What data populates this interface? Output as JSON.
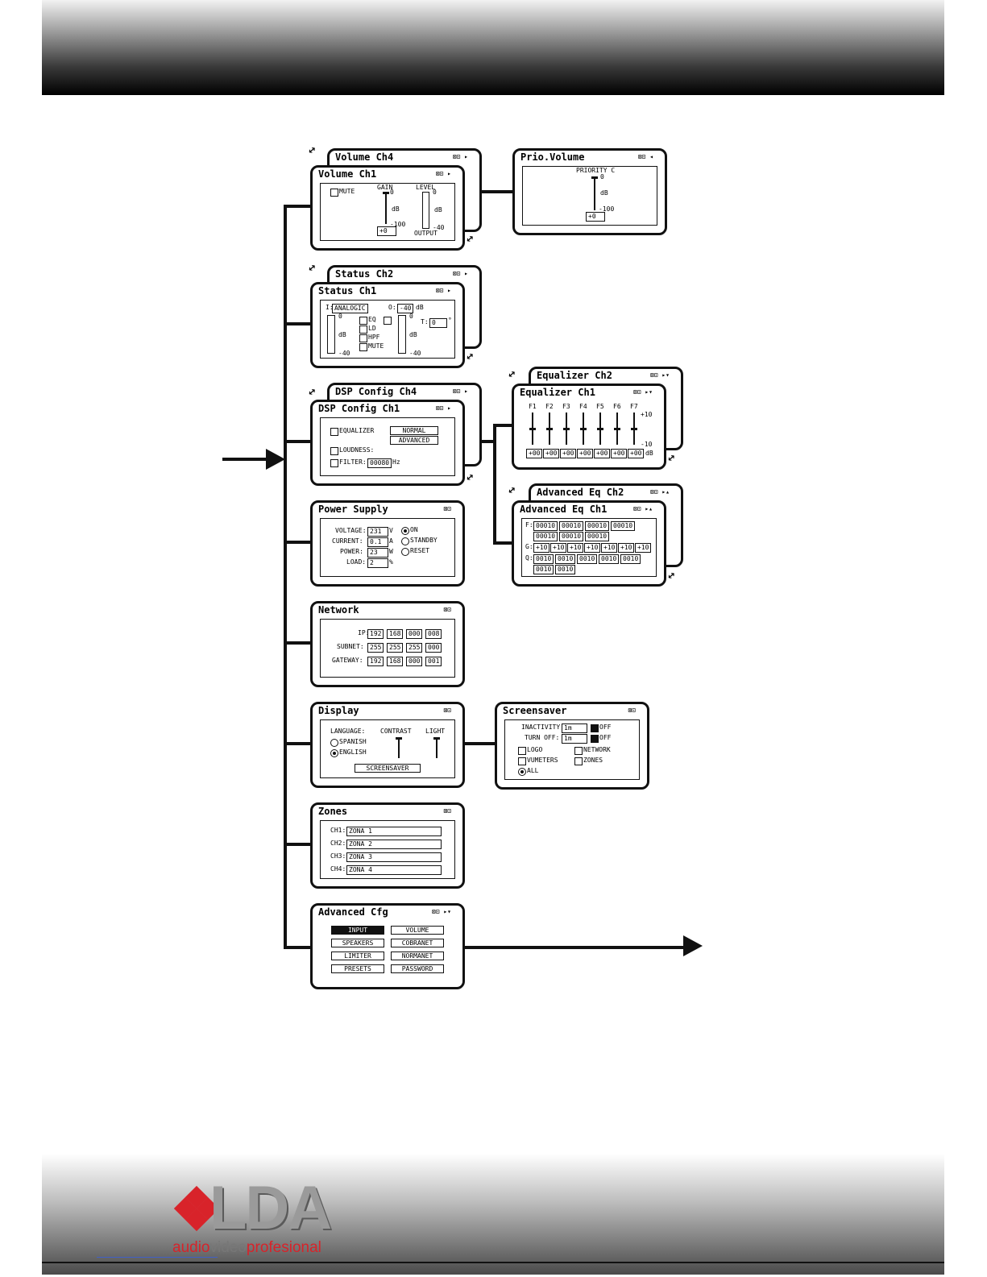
{
  "volume": {
    "back_title": "Volume Ch4",
    "title": "Volume Ch1",
    "icons": "⊠⊡ ▸",
    "mute": "MUTE",
    "gain": "GAIN",
    "level": "LEVEL",
    "zero": "0",
    "db": "dB",
    "m100": "-100",
    "m40": "-40",
    "gain_val": "+0",
    "output": "OUTPUT"
  },
  "prio": {
    "title": "Prio.Volume",
    "icons": "⊠⊡ ◂",
    "priority": "PRIORITY C",
    "zero": "0",
    "db": "dB",
    "m100": "-100",
    "val": "+0"
  },
  "status": {
    "back_title": "Status Ch2",
    "title": "Status Ch1",
    "icons": "⊠⊡ ▸",
    "i_label": "I:",
    "i_val": "ANALOGIC",
    "o_label": "O:",
    "o_val": "-40",
    "db": "dB",
    "t_label": "T:",
    "t_val": "0",
    "deg": "°",
    "zero": "0",
    "m40": "-40",
    "eq": "EQ",
    "ld": "LD",
    "hpf": "HPF",
    "mute": "MUTE"
  },
  "dsp": {
    "back_title": "DSP Config Ch4",
    "title": "DSP Config Ch1",
    "icons": "⊠⊡ ▸",
    "equalizer": "EQUALIZER",
    "normal": "NORMAL",
    "advanced": "ADVANCED",
    "loudness": "LOUDNESS:",
    "filter": "FILTER:",
    "filter_val": "00080",
    "hz": "Hz"
  },
  "eq": {
    "back_title": "Equalizer Ch2",
    "title": "Equalizer Ch1",
    "icons": "⊠⊡ ▸▾",
    "bands": [
      "F1",
      "F2",
      "F3",
      "F4",
      "F5",
      "F6",
      "F7"
    ],
    "plus10": "+10",
    "minus10": "-10",
    "db": "dB",
    "values": [
      "+00",
      "+00",
      "+00",
      "+00",
      "+00",
      "+00",
      "+00"
    ]
  },
  "adv_eq": {
    "back_title": "Advanced Eq Ch2",
    "title": "Advanced Eq Ch1",
    "icons": "⊠⊡ ▸▴",
    "f_label": "F:",
    "g_label": "G:",
    "q_label": "Q:",
    "f_vals": [
      "00010",
      "00010",
      "00010",
      "00010",
      "00010",
      "00010",
      "00010"
    ],
    "g_vals": [
      "+10",
      "+10",
      "+10",
      "+10",
      "+10",
      "+10",
      "+10"
    ],
    "q_vals": [
      "0010",
      "0010",
      "0010",
      "0010",
      "0010",
      "0010",
      "0010"
    ]
  },
  "power": {
    "title": "Power Supply",
    "icons": "⊠⊡",
    "voltage": "VOLTAGE:",
    "voltage_val": "231",
    "v": "V",
    "current": "CURRENT:",
    "current_val": "0.1",
    "a": "A",
    "power": "POWER:",
    "power_val": "23",
    "w": "W",
    "load": "LOAD:",
    "load_val": "2",
    "pct": "%",
    "on": "ON",
    "standby": "STANDBY",
    "reset": "RESET"
  },
  "network": {
    "title": "Network",
    "icons": "⊠⊡",
    "ip": "IP:",
    "subnet": "SUBNET:",
    "gateway": "GATEWAY:",
    "ip_vals": [
      "192",
      "168",
      "000",
      "008"
    ],
    "subnet_vals": [
      "255",
      "255",
      "255",
      "000"
    ],
    "gateway_vals": [
      "192",
      "168",
      "000",
      "001"
    ]
  },
  "display": {
    "title": "Display",
    "icons": "⊠⊡",
    "language": "LANGUAGE:",
    "contrast": "CONTRAST",
    "light": "LIGHT",
    "spanish": "SPANISH",
    "english": "ENGLISH",
    "screensaver": "SCREENSAVER"
  },
  "screensaver": {
    "title": "Screensaver",
    "icons": "⊠⊡",
    "inactivity": "INACTIVITY:",
    "inactivity_val": "1m",
    "off": "OFF",
    "turn_off": "TURN OFF:",
    "turn_off_val": "1m",
    "logo": "LOGO",
    "network": "NETWORK",
    "vumeters": "VUMETERS",
    "zones": "ZONES",
    "all": "ALL"
  },
  "zones": {
    "title": "Zones",
    "icons": "⊠⊡",
    "rows": [
      {
        "label": "CH1:",
        "value": "ZONA 1"
      },
      {
        "label": "CH2:",
        "value": "ZONA 2"
      },
      {
        "label": "CH3:",
        "value": "ZONA 3"
      },
      {
        "label": "CH4:",
        "value": "ZONA 4"
      }
    ]
  },
  "advcfg": {
    "title": "Advanced Cfg",
    "icons": "⊠⊡ ▸▾",
    "buttons": [
      "INPUT",
      "VOLUME",
      "SPEAKERS",
      "COBRANET",
      "LIMITER",
      "NORMANET",
      "PRESETS",
      "PASSWORD"
    ]
  },
  "logo": {
    "brand": "LDA",
    "tag_1": "audio",
    "tag_2": "video",
    "tag_3": "profesional"
  },
  "colors": {
    "brand_red": "#d8232a",
    "brand_grey": "#9a9a9a"
  }
}
